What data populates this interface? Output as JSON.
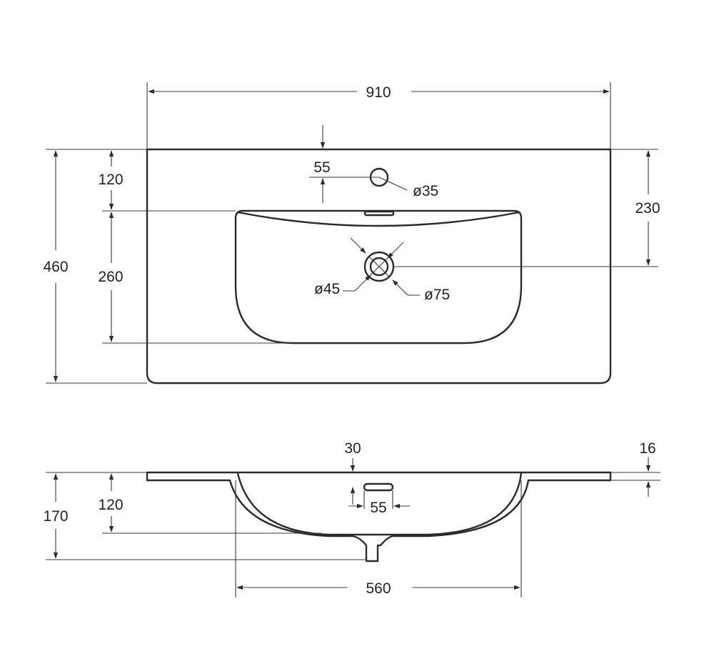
{
  "top_view": {
    "overall_width": "910",
    "overall_depth": "460",
    "tap_hole_offset": "55",
    "tap_hole_diameter": "ø35",
    "back_to_bowl": "120",
    "bowl_depth": "260",
    "back_to_drain": "230",
    "drain_inner_diameter": "ø45",
    "drain_outer_diameter": "ø75"
  },
  "side_view": {
    "overflow_from_rim": "30",
    "rim_thickness": "16",
    "bowl_height": "120",
    "total_height": "170",
    "overflow_width": "55",
    "bowl_width": "560"
  }
}
